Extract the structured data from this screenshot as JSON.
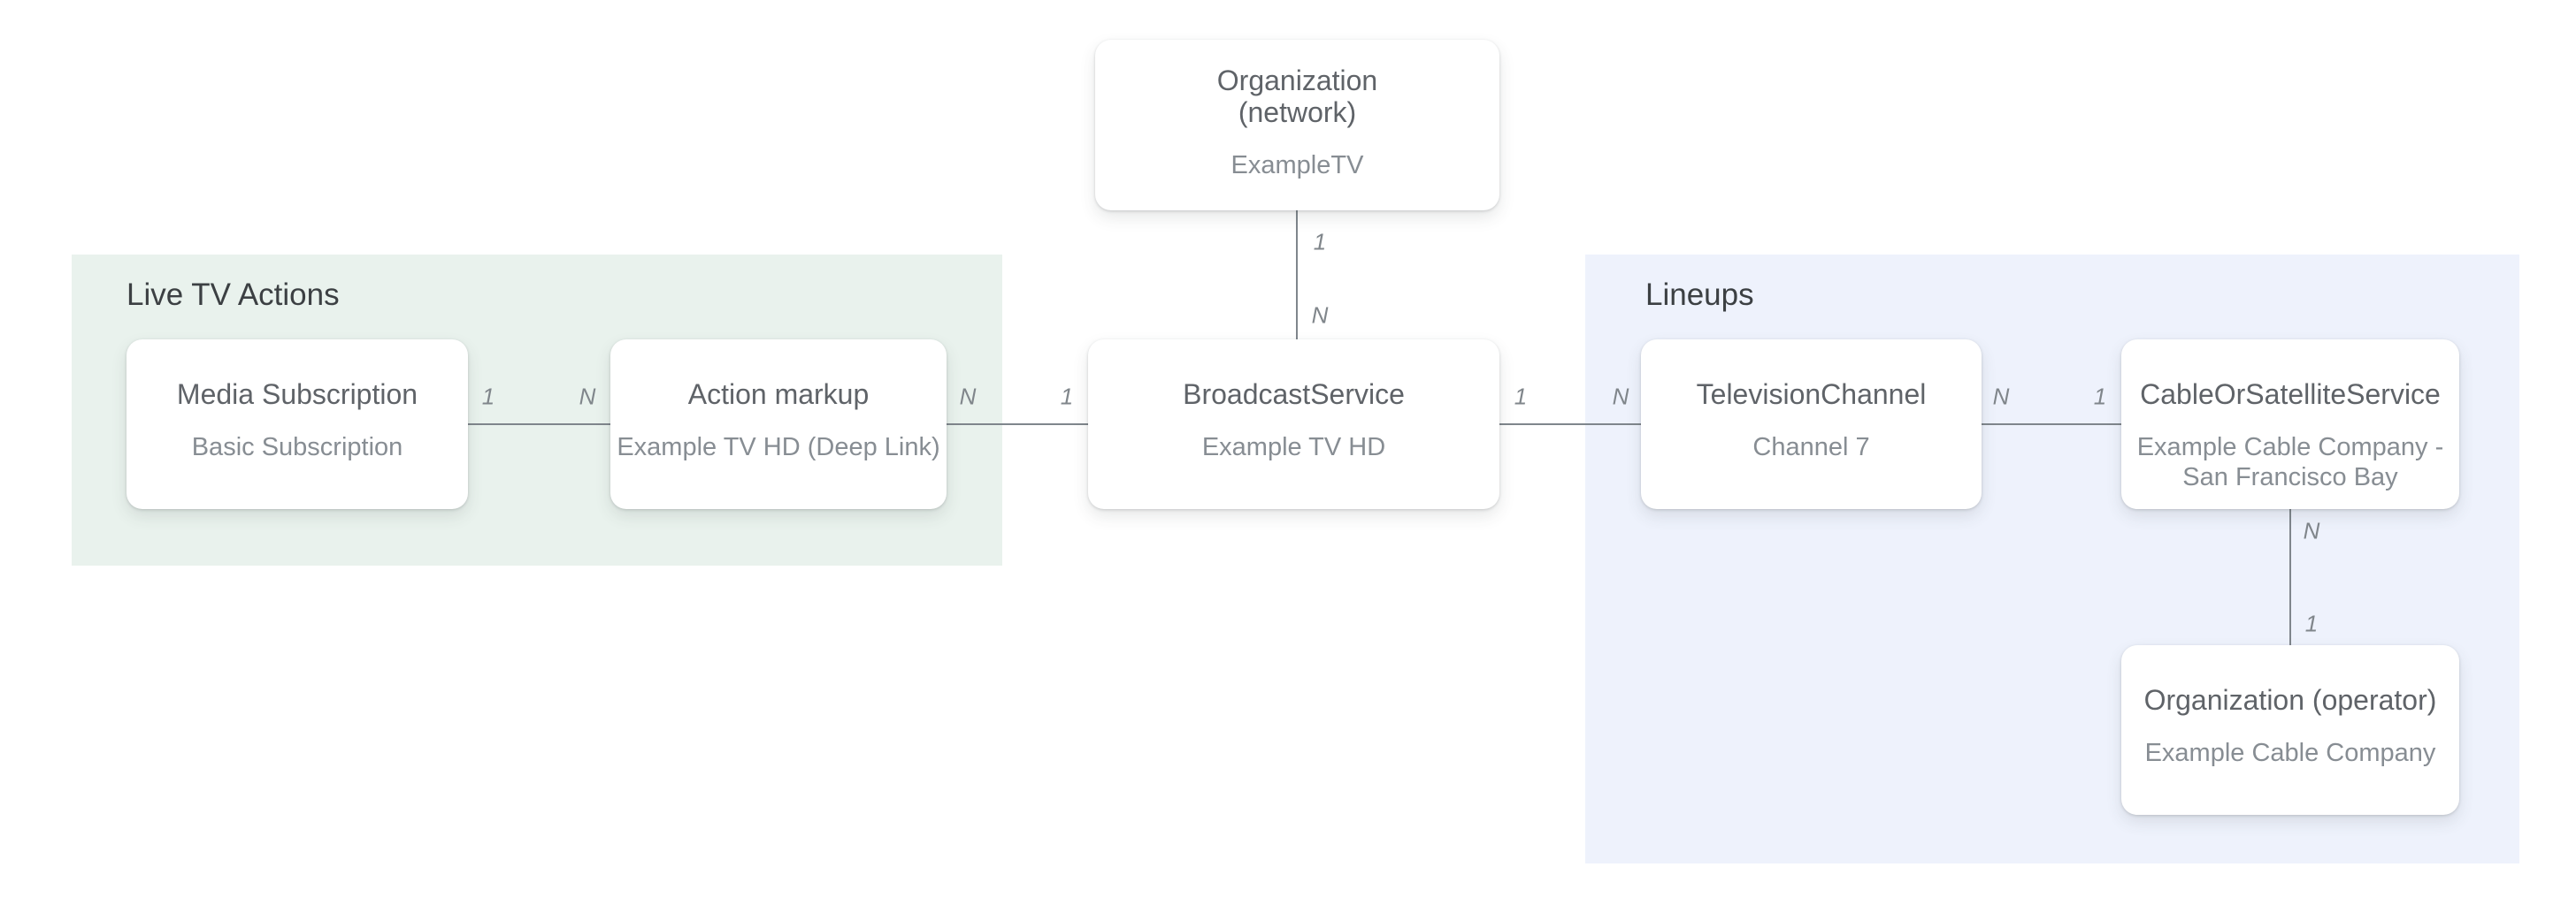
{
  "regions": {
    "live_tv_actions": {
      "label": "Live TV Actions"
    },
    "lineups": {
      "label": "Lineups"
    }
  },
  "nodes": {
    "organization_network": {
      "title_lines": [
        "Organization",
        "(network)"
      ],
      "subtitle_lines": [
        "ExampleTV"
      ]
    },
    "media_subscription": {
      "title_lines": [
        "Media Subscription"
      ],
      "subtitle_lines": [
        "Basic Subscription"
      ]
    },
    "action_markup": {
      "title_lines": [
        "Action markup"
      ],
      "subtitle_lines": [
        "Example TV HD (Deep Link)"
      ]
    },
    "broadcast_service": {
      "title_lines": [
        "BroadcastService"
      ],
      "subtitle_lines": [
        "Example TV HD"
      ]
    },
    "television_channel": {
      "title_lines": [
        "TelevisionChannel"
      ],
      "subtitle_lines": [
        "Channel 7"
      ]
    },
    "cable_or_satellite_service": {
      "title_lines": [
        "CableOrSatelliteService"
      ],
      "subtitle_lines": [
        "Example Cable Company -",
        "San Francisco Bay"
      ]
    },
    "organization_operator": {
      "title_lines": [
        "Organization (operator)"
      ],
      "subtitle_lines": [
        "Example Cable Company"
      ]
    }
  },
  "connectors": {
    "network_to_broadcast": {
      "top_label": "1",
      "bottom_label": "N"
    },
    "media_to_action": {
      "left_label": "1",
      "right_label": "N"
    },
    "action_to_broadcast": {
      "left_label": "N",
      "right_label": "1"
    },
    "broadcast_to_channel": {
      "left_label": "1",
      "right_label": "N"
    },
    "channel_to_cable": {
      "left_label": "N",
      "right_label": "1"
    },
    "cable_to_operator": {
      "top_label": "N",
      "bottom_label": "1"
    }
  },
  "colors": {
    "region_green": "#e9f2ed",
    "region_blue": "#eef2fc",
    "node_bg": "#ffffff",
    "heading_text": "#3c4043",
    "title_text": "#5f6368",
    "subtitle_text": "#878d93",
    "line": "#7f868c",
    "cardinality_text": "#80868b"
  }
}
